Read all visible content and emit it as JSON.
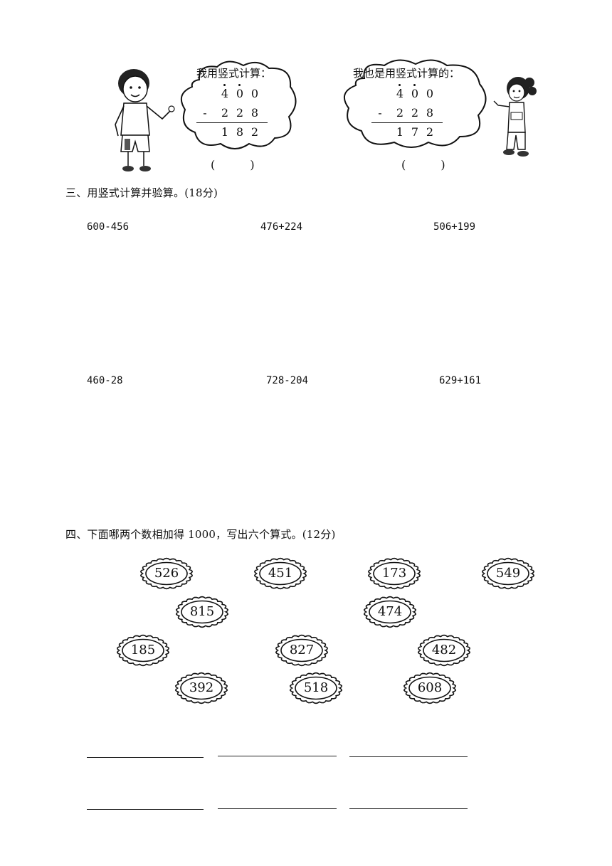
{
  "section2": {
    "boy": {
      "speech": "我用竖式计算：",
      "top": [
        "4",
        "0",
        "0"
      ],
      "minus_sign": "-",
      "sub": [
        "2",
        "2",
        "8"
      ],
      "result": [
        "1",
        "8",
        "2"
      ],
      "answer_parens": "(  )"
    },
    "girl": {
      "speech": "我也是用竖式计算的：",
      "top": [
        "4",
        "0",
        "0"
      ],
      "minus_sign": "-",
      "sub": [
        "2",
        "2",
        "8"
      ],
      "result": [
        "1",
        "7",
        "2"
      ],
      "answer_parens": "(  )"
    }
  },
  "section3": {
    "heading": "三、用竖式计算并验算。(18分)",
    "expressions": [
      "600-456",
      "476+224",
      "506+199",
      "460-28",
      "728-204",
      "629+161"
    ]
  },
  "section4": {
    "heading": "四、下面哪两个数相加得 1000，写出六个算式。(12分)",
    "numbers": [
      "526",
      "451",
      "173",
      "549",
      "815",
      "474",
      "185",
      "827",
      "482",
      "392",
      "518",
      "608"
    ]
  }
}
